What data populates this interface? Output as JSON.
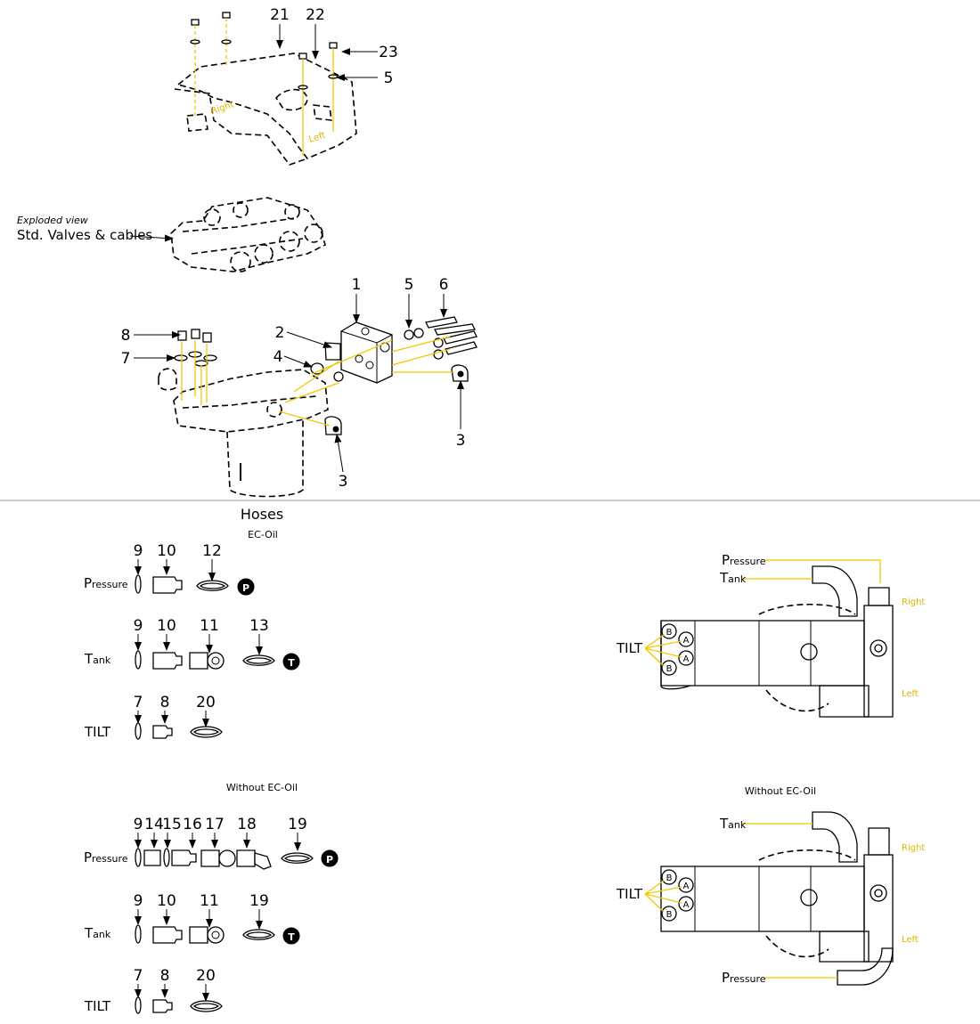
{
  "top_assembly": {
    "callouts": {
      "c21": "21",
      "c22": "22",
      "c23": "23",
      "c5": "5"
    },
    "plate_labels": {
      "right": "Right",
      "left": "Left"
    }
  },
  "valve_block": {
    "caption_italic": "Exploded view",
    "caption": "Std. Valves & cables",
    "callouts": {
      "c1": "1",
      "c2": "2",
      "c3a": "3",
      "c3b": "3",
      "c4": "4",
      "c5": "5",
      "c6": "6",
      "c7": "7",
      "c8": "8"
    }
  },
  "hoses": {
    "title": "Hoses",
    "ec_oil": {
      "label": "EC-Oil",
      "pressure": {
        "initial": "P",
        "rest": "ressure",
        "items": [
          "9",
          "10",
          "12"
        ],
        "badge": "P"
      },
      "tank": {
        "initial": "T",
        "rest": "ank",
        "items": [
          "9",
          "10",
          "11",
          "13"
        ],
        "badge": "T"
      },
      "tilt": {
        "label": "TILT",
        "items": [
          "7",
          "8",
          "20"
        ]
      }
    },
    "without_ec_oil": {
      "label": "Without EC-Oil",
      "pressure": {
        "initial": "P",
        "rest": "ressure",
        "items": [
          "9",
          "14",
          "15",
          "16",
          "17",
          "18",
          "19"
        ],
        "badge": "P"
      },
      "tank": {
        "initial": "T",
        "rest": "ank",
        "items": [
          "9",
          "10",
          "11",
          "19"
        ],
        "badge": "T"
      },
      "tilt": {
        "label": "TILT",
        "items": [
          "7",
          "8",
          "20"
        ]
      }
    }
  },
  "right_views": {
    "ec_oil": {
      "pressure": {
        "initial": "P",
        "rest": "ressure"
      },
      "tank": {
        "initial": "T",
        "rest": "ank"
      },
      "tilt": "TILT",
      "right": "Right",
      "left": "Left",
      "ports": [
        "B",
        "A",
        "B",
        "A"
      ]
    },
    "without": {
      "title": "Without EC-Oil",
      "tank": {
        "initial": "T",
        "rest": "ank"
      },
      "pressure": {
        "initial": "P",
        "rest": "ressure"
      },
      "tilt": "TILT",
      "right": "Right",
      "left": "Left",
      "ports": [
        "B",
        "A",
        "B",
        "A"
      ]
    }
  }
}
